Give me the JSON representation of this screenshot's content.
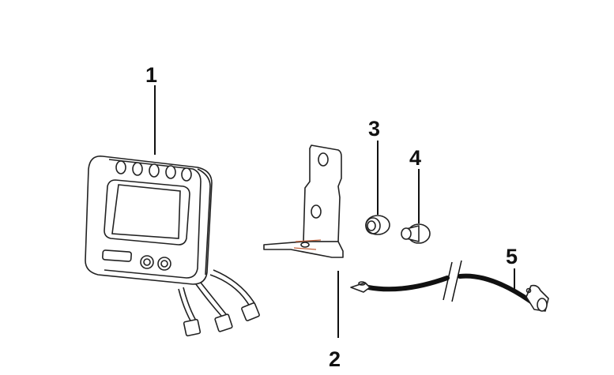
{
  "diagram": {
    "callouts": [
      {
        "id": "1",
        "label": "1",
        "part": "meter-assembly"
      },
      {
        "id": "2",
        "label": "2",
        "part": "mounting-bracket"
      },
      {
        "id": "3",
        "label": "3",
        "part": "grommet"
      },
      {
        "id": "4",
        "label": "4",
        "part": "collar"
      },
      {
        "id": "5",
        "label": "5",
        "part": "speed-sensor-cable"
      }
    ],
    "colors": {
      "line": "#222222",
      "accent": "#c0603a",
      "background": "#ffffff"
    }
  }
}
